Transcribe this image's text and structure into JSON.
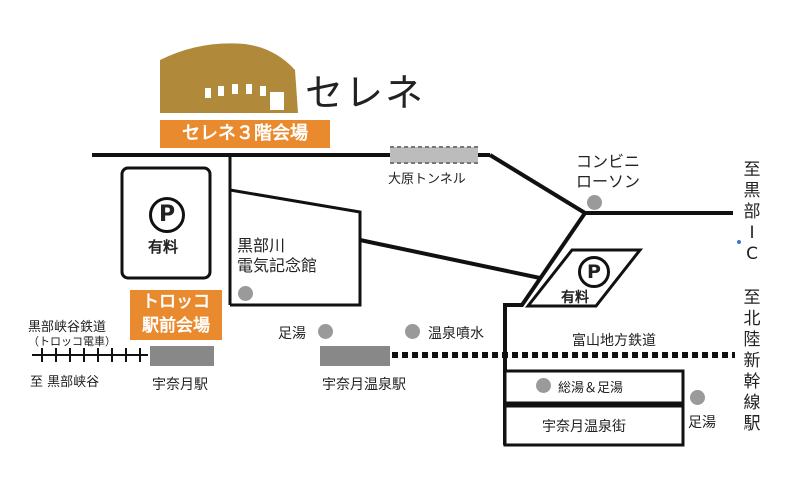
{
  "venue": {
    "logo_text": "セレネ",
    "hall_label": "セレネ３階会場"
  },
  "trolley_venue": {
    "line1": "トロッコ",
    "line2": "駅前会場"
  },
  "parking": [
    {
      "symbol": "P",
      "label": "有料"
    },
    {
      "symbol": "P",
      "label": "有料"
    }
  ],
  "tunnel": "大原トンネル",
  "convenience_store": {
    "line1": "コンビニ",
    "line2": "ローソン"
  },
  "to_kurobe_ic": "至\n黒\n部\nI\nC",
  "to_hokuriku_shinkansen": "至\n北\n陸\n新\n幹\n線\n駅",
  "kurobegawa_hall": {
    "line1": "黒部川",
    "line2": "電気記念館"
  },
  "railway": {
    "name": "黒部峡谷鉄道",
    "sub": "（トロッコ電車）",
    "direction": "至 黒部峡谷"
  },
  "stations": {
    "unazuki": "宇奈月駅",
    "unazuki_onsen": "宇奈月温泉駅"
  },
  "toyama_railway": "富山地方鉄道",
  "footbath_1": "足湯",
  "fountain": "温泉噴水",
  "soyu": "総湯＆足湯",
  "onsen_street": "宇奈月温泉街",
  "footbath_2": "足湯"
}
